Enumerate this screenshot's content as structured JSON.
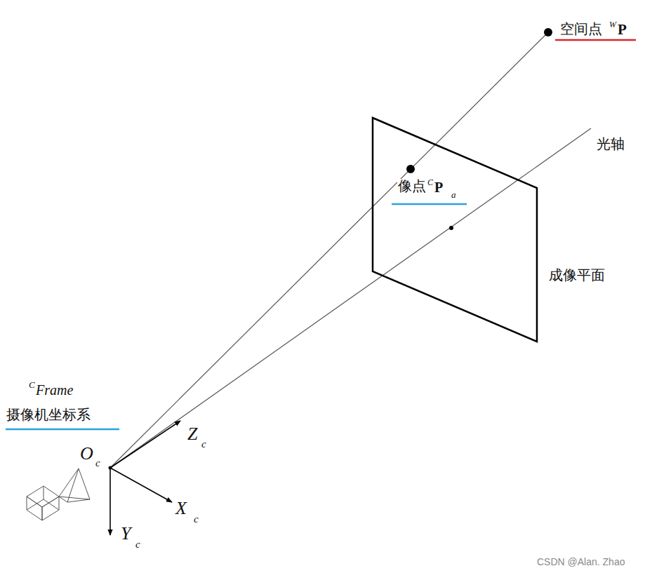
{
  "diagram": {
    "labels": [
      "空间点",
      "W",
      "P",
      "像点",
      "C",
      "P",
      "a",
      "光轴",
      "成像平面",
      "C",
      "Frame",
      "摄像机坐标系",
      "O",
      "c",
      "Z",
      "c",
      "X",
      "c",
      "Y",
      "c",
      "CSDN @Alan. Zhao"
    ]
  }
}
